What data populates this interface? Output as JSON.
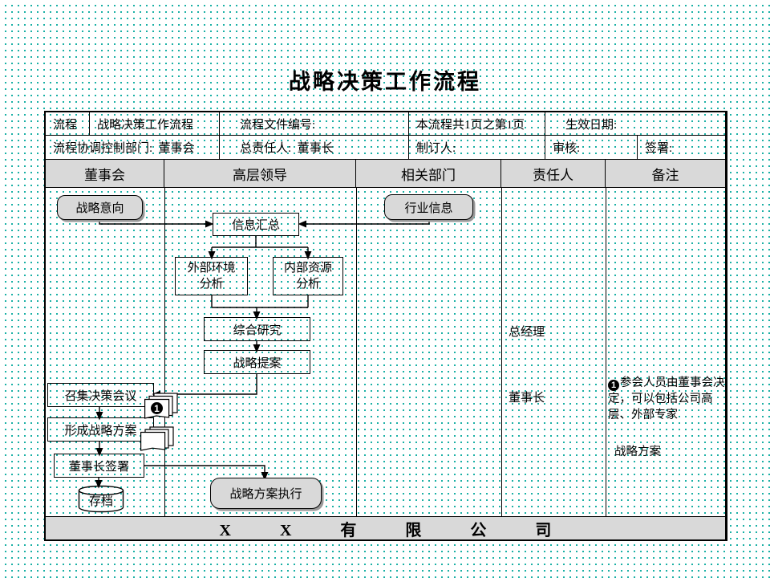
{
  "slide": {
    "title": "战略决策工作流程",
    "footer_company": "X X 有 限 公 司"
  },
  "info_table": {
    "row1": [
      "流程",
      "战略决策工作流程",
      "流程文件编号:",
      "本流程共1页之第1页",
      "生效日期:"
    ],
    "row2": [
      "流程协调控制部门:  董事会",
      "总责任人:  董事长",
      "制订人:",
      "审核:",
      "签署:"
    ]
  },
  "swimlanes": [
    "董事会",
    "高层领导",
    "相关部门",
    "责任人",
    "备注"
  ],
  "flow": {
    "strategic_intent": "战略意向",
    "industry_info": "行业信息",
    "info_summary": "信息汇总",
    "external_analysis": "外部环境\n分析",
    "internal_analysis": "内部资源\n分析",
    "comprehensive_study": "综合研究",
    "strategy_proposal": "战略提案",
    "convene_meeting": "召集决策会议",
    "form_strategy": "形成战略方案",
    "chairman_sign": "董事长签署",
    "archive": "存档",
    "execute_strategy": "战略方案执行",
    "doc_badge": "1"
  },
  "annotations": {
    "general_manager": "总经理",
    "chairman": "董事长",
    "note_marker": "1",
    "note_text": "参会人员由董事会决定，可以包括公司高层、外部专家",
    "note_sub": "战略方案"
  },
  "colors": {
    "dot": "#00a79b",
    "gray_fill": "#d9d9d9",
    "border": "#000000"
  }
}
